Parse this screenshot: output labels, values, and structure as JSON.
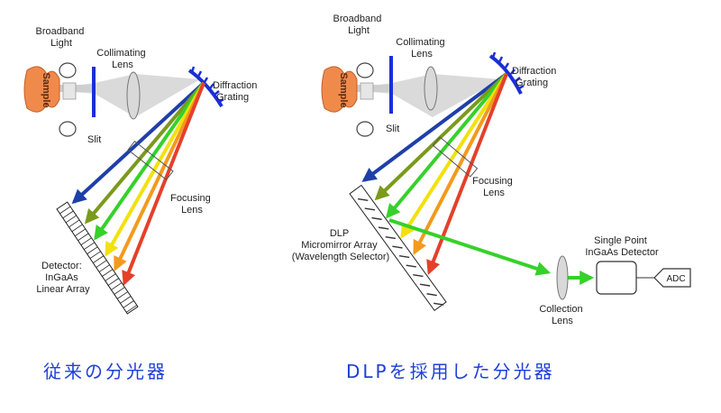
{
  "colors": {
    "beam_gray": "#cfcfcf",
    "slit_blue": "#1a2fd6",
    "sample_orange": "#f08a4b",
    "ray_blue": "#1f3fa8",
    "ray_olive": "#7a9a1c",
    "ray_green": "#36d12a",
    "ray_yellow": "#f2e10c",
    "ray_orange": "#f39a1c",
    "ray_red": "#e4402a",
    "caption_blue": "#1f3fd8"
  },
  "left": {
    "broadband_light": [
      "Broadband",
      "Light"
    ],
    "collimating_lens": [
      "Collimating",
      "Lens"
    ],
    "diffraction_grating": [
      "Diffraction",
      "Grating"
    ],
    "slit": "Slit",
    "sample": "Sample",
    "focusing_lens": [
      "Focusing",
      "Lens"
    ],
    "detector": [
      "Detector:",
      "InGaAs",
      "Linear Array"
    ],
    "caption": "従来の分光器"
  },
  "right": {
    "broadband_light": [
      "Broadband",
      "Light"
    ],
    "collimating_lens": [
      "Collimating",
      "Lens"
    ],
    "diffraction_grating": [
      "Diffraction",
      "Grating"
    ],
    "slit": "Slit",
    "sample": "Sample",
    "focusing_lens": [
      "Focusing",
      "Lens"
    ],
    "dlp": [
      "DLP",
      "Micromirror Array",
      "(Wavelength Selector)"
    ],
    "single_point": [
      "Single Point",
      "InGaAs Detector"
    ],
    "collection_lens": [
      "Collection",
      "Lens"
    ],
    "adc": "ADC",
    "caption": "DLPを採用した分光器"
  }
}
